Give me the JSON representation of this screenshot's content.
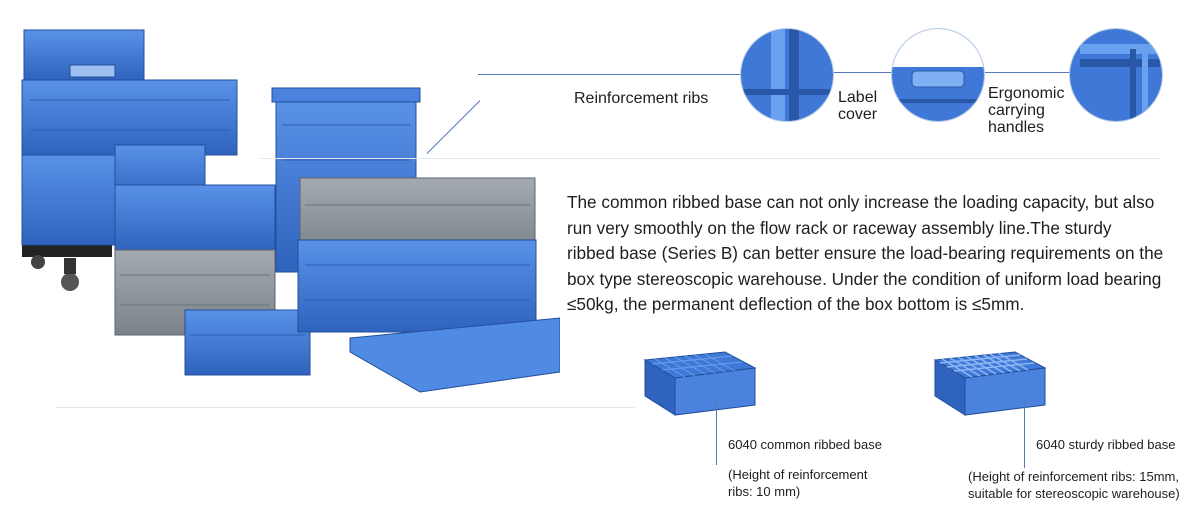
{
  "callouts": {
    "ribs": "Reinforcement ribs",
    "label_cover_1": "Label",
    "label_cover_2": "cover",
    "handles_1": "Ergonomic",
    "handles_2": "carrying",
    "handles_3": "handles"
  },
  "description": "The common ribbed base can not only increase the loading capacity, but also\n run very smoothly on the flow rack or raceway assembly line.The sturdy\nribbed base (Series B) can better ensure the load-bearing requirements on the\nbox type stereoscopic warehouse. Under the condition of uniform load bearing\n≤50kg, the permanent deflection of the box bottom is ≤5mm.",
  "common_base": {
    "title": "6040 common ribbed base",
    "note_1": "(Height of reinforcement",
    "note_2": "ribs: 10 mm)"
  },
  "sturdy_base": {
    "title": "6040 sturdy ribbed base",
    "note_1": "(Height of reinforcement ribs: 15mm,",
    "note_2": "suitable for stereoscopic warehouse)"
  },
  "colors": {
    "crate_blue": "#3f78d6",
    "crate_blue_dark": "#2a58a8",
    "crate_gray": "#8e969e",
    "leader_line": "#5479b8"
  }
}
